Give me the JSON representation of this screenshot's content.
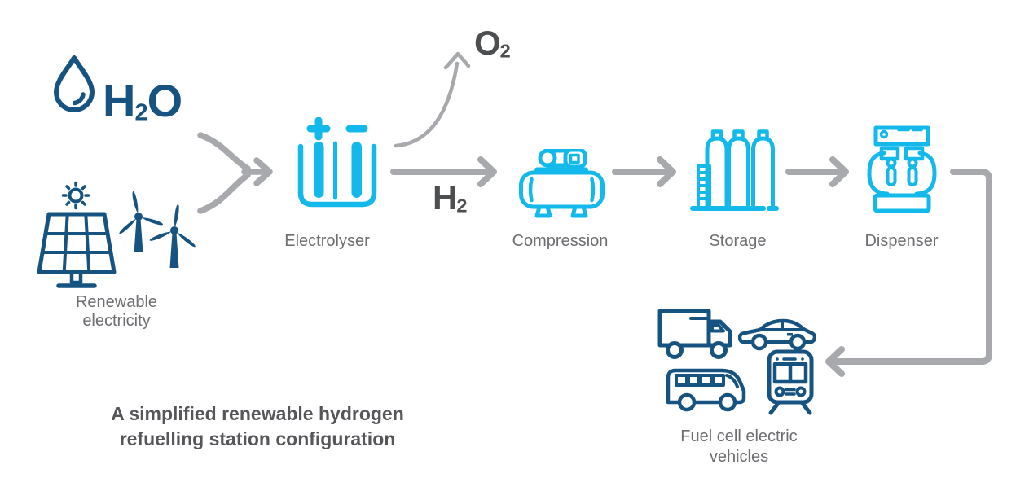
{
  "diagram": {
    "caption": {
      "line1": "A simplified renewable hydrogen",
      "line2": "refuelling station configuration"
    },
    "water": {
      "element1": "H",
      "subscript": "2",
      "element2": "O"
    },
    "renewable_label": {
      "line1": "Renewable",
      "line2": "electricity"
    },
    "oxygen": {
      "element": "O",
      "subscript": "2"
    },
    "hydrogen": {
      "element": "H",
      "subscript": "2"
    },
    "stages": {
      "electrolyser": "Electrolyser",
      "compression": "Compression",
      "storage": "Storage",
      "dispenser": "Dispenser"
    },
    "vehicles_label": {
      "line1": "Fuel cell electric",
      "line2": "vehicles"
    },
    "icons": {
      "water_drop": "water-drop-icon",
      "sun": "sun-icon",
      "solar_panel": "solar-panel-icon",
      "wind_turbines": "wind-turbine-icon",
      "electrolyser": "electrolyser-cell-icon",
      "compressor": "compressor-icon",
      "storage_tanks": "storage-tanks-icon",
      "dispenser": "fuel-dispenser-icon",
      "truck": "truck-icon",
      "car": "car-icon",
      "bus": "bus-icon",
      "train": "train-icon",
      "flow_arrows": "flow-arrow"
    },
    "colors": {
      "navy": "#175380",
      "cyan": "#12b9ea",
      "arrow_gray": "#a7a9ac",
      "label_gray": "#6d6e71",
      "caption_gray": "#55565a",
      "gas_label_gray": "#4d4e50"
    }
  }
}
